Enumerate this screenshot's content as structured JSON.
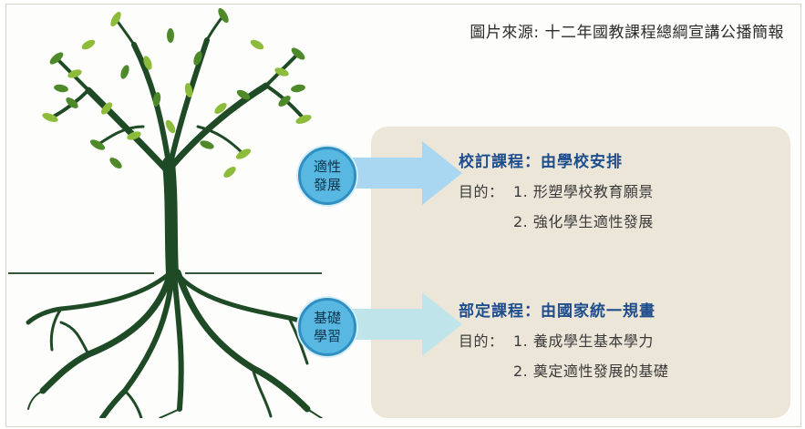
{
  "source_text": "圖片來源: 十二年國教課程總綱宣講公播簡報",
  "blocks": [
    {
      "circle": [
        "適性",
        "發展"
      ],
      "title": "校訂課程：由學校安排",
      "purpose_label": "目的：",
      "items": [
        "1. 形塑學校教育願景",
        "2. 強化學生適性發展"
      ],
      "arrow_color": "#a9d6f0"
    },
    {
      "circle": [
        "基礎",
        "學習"
      ],
      "title": "部定課程：由國家統一規畫",
      "purpose_label": "目的：",
      "items": [
        "1. 養成學生基本學力",
        "2. 奠定適性發展的基礎"
      ],
      "arrow_color": "#bfe5ea"
    }
  ],
  "colors": {
    "panel": "#ece6d9",
    "trunk": "#1f4a26",
    "leaf_dark": "#4f8a2a",
    "leaf_light": "#8dbb3a",
    "circle_fill": "#58b8e2",
    "circle_border": "#2f8fc2",
    "title": "#1e4d8c"
  }
}
